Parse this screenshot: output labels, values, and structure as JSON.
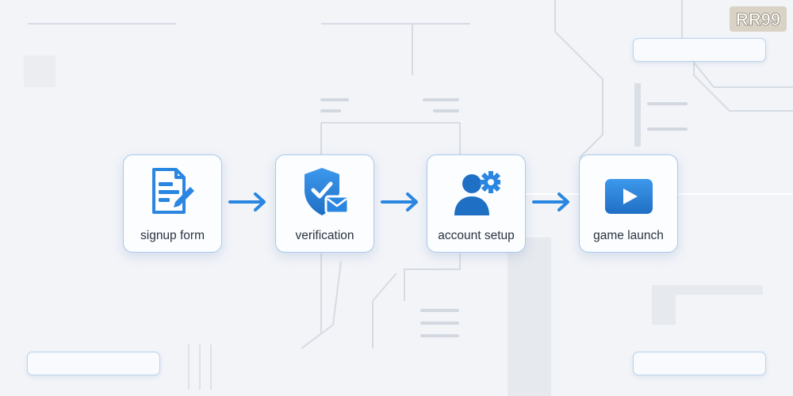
{
  "flow": {
    "steps": [
      {
        "label": "signup form",
        "icon": "document-edit-icon"
      },
      {
        "label": "verification",
        "icon": "shield-mail-icon"
      },
      {
        "label": "account setup",
        "icon": "user-gear-icon"
      },
      {
        "label": "game launch",
        "icon": "play-icon"
      }
    ]
  },
  "logo": {
    "text": "RR99"
  },
  "colors": {
    "accent": "#2a86e0",
    "accent_dark": "#1f6fc4",
    "card_border": "#a9c9ec",
    "background": "#f2f4f8",
    "label_text": "#2b3340"
  }
}
